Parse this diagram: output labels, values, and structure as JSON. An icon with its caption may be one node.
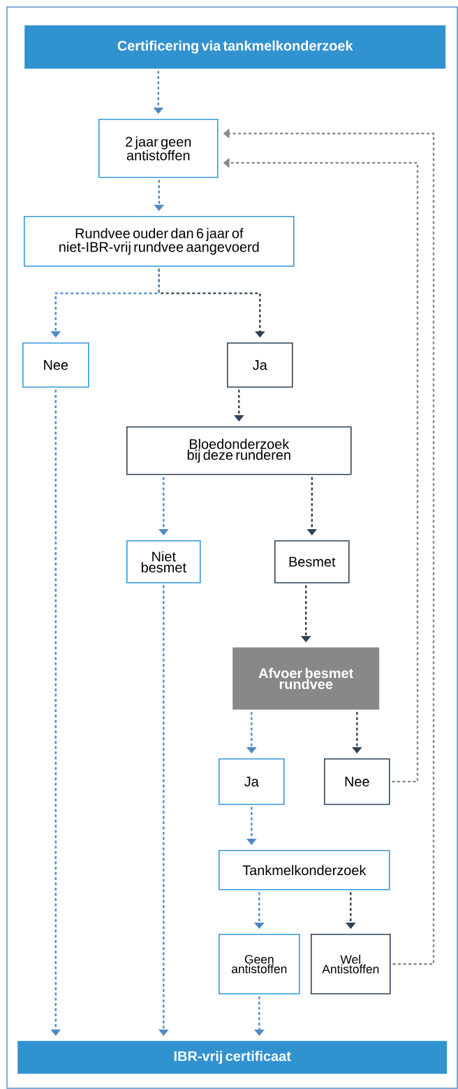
{
  "diagram": {
    "nodes": [
      {
        "text": [
          "Certificering via tankmelkonderzoek"
        ]
      },
      {
        "text": [
          "2 jaar geen antistoffen"
        ]
      },
      {
        "text": [
          "Rundvee ouder dan 6 jaar of niet-IBR-vrij rundvee aangevoerd"
        ]
      },
      {
        "text": [
          "Nee"
        ]
      },
      {
        "text": [
          "Ja"
        ]
      },
      {
        "text": [
          "Bloedonderzoek bij deze runderen"
        ]
      },
      {
        "text": [
          "Niet besmet"
        ]
      },
      {
        "text": [
          "Besmet"
        ]
      },
      {
        "text": [
          "Afvoer besmet rundvee"
        ]
      },
      {
        "text": [
          "Ja"
        ]
      },
      {
        "text": [
          "Nee"
        ]
      },
      {
        "text": [
          "Tankmelkonderzoek"
        ]
      },
      {
        "text": [
          "Geen antistoffen"
        ]
      },
      {
        "text": [
          "Wel Antistoffen"
        ]
      },
      {
        "text": [
          "IBR-vrij certificaat"
        ]
      }
    ],
    "edges": [
      {
        "from": 0,
        "to": 1,
        "arrow": "to"
      },
      {
        "from": 1,
        "to": 2,
        "arrow": "to"
      },
      {
        "from": 2,
        "to": 3,
        "arrow": "to"
      },
      {
        "from": 2,
        "to": 4,
        "arrow": "to",
        "color": "#2d4358"
      },
      {
        "from": 3,
        "to": 14,
        "arrow": "to"
      },
      {
        "from": 4,
        "to": 5,
        "arrow": "to",
        "color": "#2d4358"
      },
      {
        "from": 5,
        "to": 6,
        "arrow": "to"
      },
      {
        "from": 5,
        "to": 7,
        "arrow": "to",
        "color": "#2d4358"
      },
      {
        "from": 6,
        "to": 14,
        "arrow": "to"
      },
      {
        "from": 7,
        "to": 8,
        "arrow": "to",
        "color": "#2d4358"
      },
      {
        "from": 8,
        "to": 9,
        "arrow": "to"
      },
      {
        "from": 8,
        "to": 10,
        "arrow": "to",
        "color": "#2d4358"
      },
      {
        "from": 10,
        "to": 1,
        "arrow": "to",
        "color": "#8a8a8a"
      },
      {
        "from": 9,
        "to": 11,
        "arrow": "to"
      },
      {
        "from": 11,
        "to": 12,
        "arrow": "to"
      },
      {
        "from": 11,
        "to": 13,
        "arrow": "to",
        "color": "#2d4358"
      },
      {
        "from": 13,
        "to": 1,
        "arrow": "to",
        "color": "#8a8a8a"
      },
      {
        "from": 12,
        "to": 14,
        "arrow": "to"
      }
    ]
  }
}
